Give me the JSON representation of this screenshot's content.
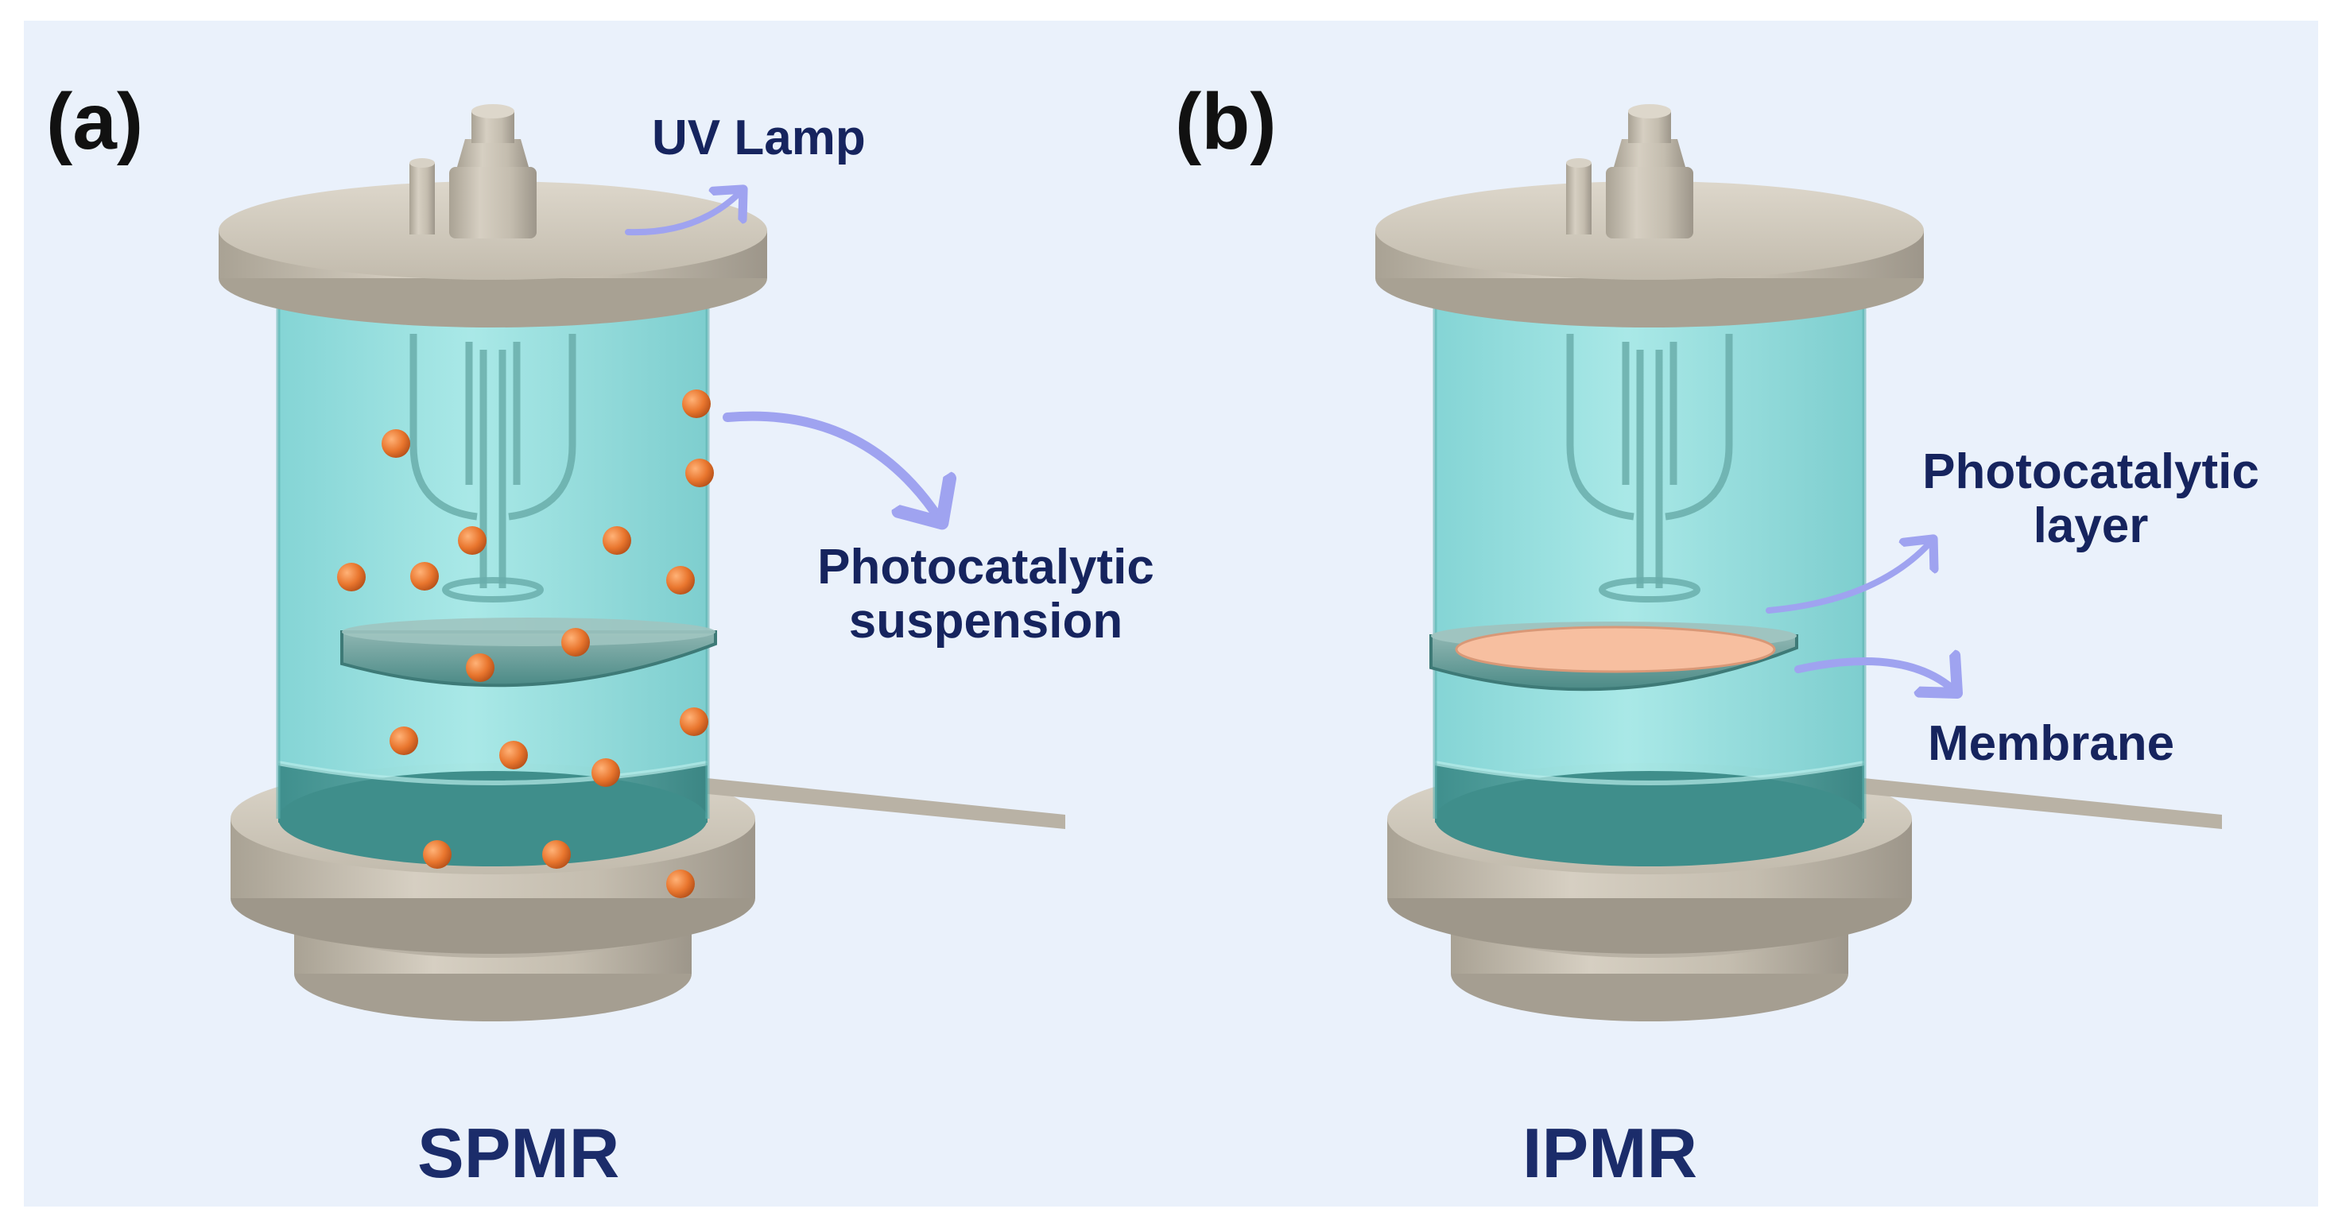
{
  "colors": {
    "background": "#eaf1fb",
    "liquid": "#8fe0df",
    "metal": "#c9c2b4",
    "particle": "#e9762e",
    "layer": "#f7bfa0",
    "arrow": "#9fa3f0",
    "label_text": "#16245e"
  },
  "panels": [
    {
      "letter": "(a)",
      "caption": "SPMR",
      "labels": {
        "lamp": "UV Lamp",
        "suspension_line1": "Photocatalytic",
        "suspension_line2": "suspension"
      }
    },
    {
      "letter": "(b)",
      "caption": "IPMR",
      "labels": {
        "layer_line1": "Photocatalytic",
        "layer_line2": "layer",
        "membrane": "Membrane"
      }
    }
  ]
}
